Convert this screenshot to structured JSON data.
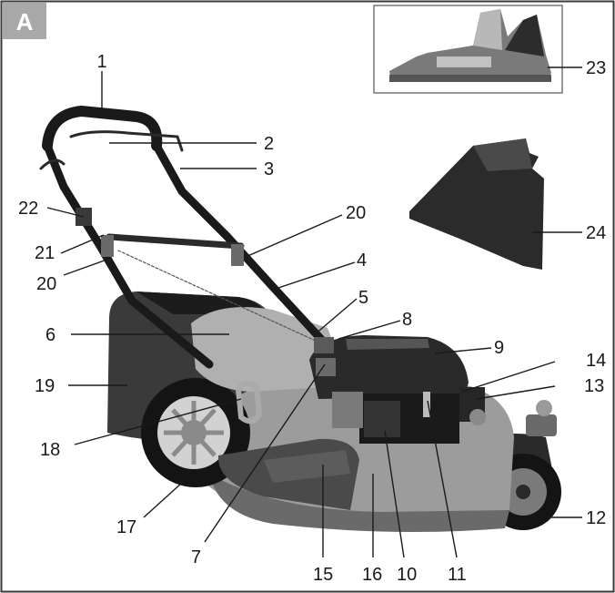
{
  "figure": {
    "badge": "A",
    "callouts": [
      "1",
      "2",
      "3",
      "4",
      "5",
      "6",
      "7",
      "8",
      "9",
      "10",
      "11",
      "12",
      "13",
      "14",
      "15",
      "16",
      "17",
      "18",
      "19",
      "20",
      "20",
      "21",
      "22",
      "23",
      "24"
    ]
  },
  "colors": {
    "badge": "#a8a8a8",
    "frame": "#3a3a3a",
    "deck": "#9c9c9c",
    "dark": "#2a2a2a",
    "black": "#141414",
    "mid": "#6f6f6f",
    "light": "#c9c9c9"
  }
}
